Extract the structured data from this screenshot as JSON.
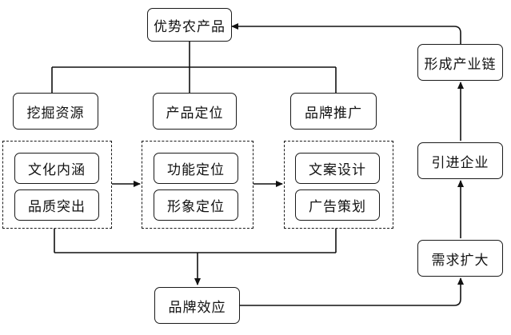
{
  "nodes": {
    "top": "优势农产品",
    "dig": "挖掘资源",
    "position": "产品定位",
    "promote": "品牌推广",
    "culture": "文化内涵",
    "quality": "品质突出",
    "function": "功能定位",
    "image": "形象定位",
    "copywriting": "文案设计",
    "advertising": "广告策划",
    "effect": "品牌效应",
    "demand": "需求扩大",
    "introduce": "引进企业",
    "chain": "形成产业链"
  }
}
